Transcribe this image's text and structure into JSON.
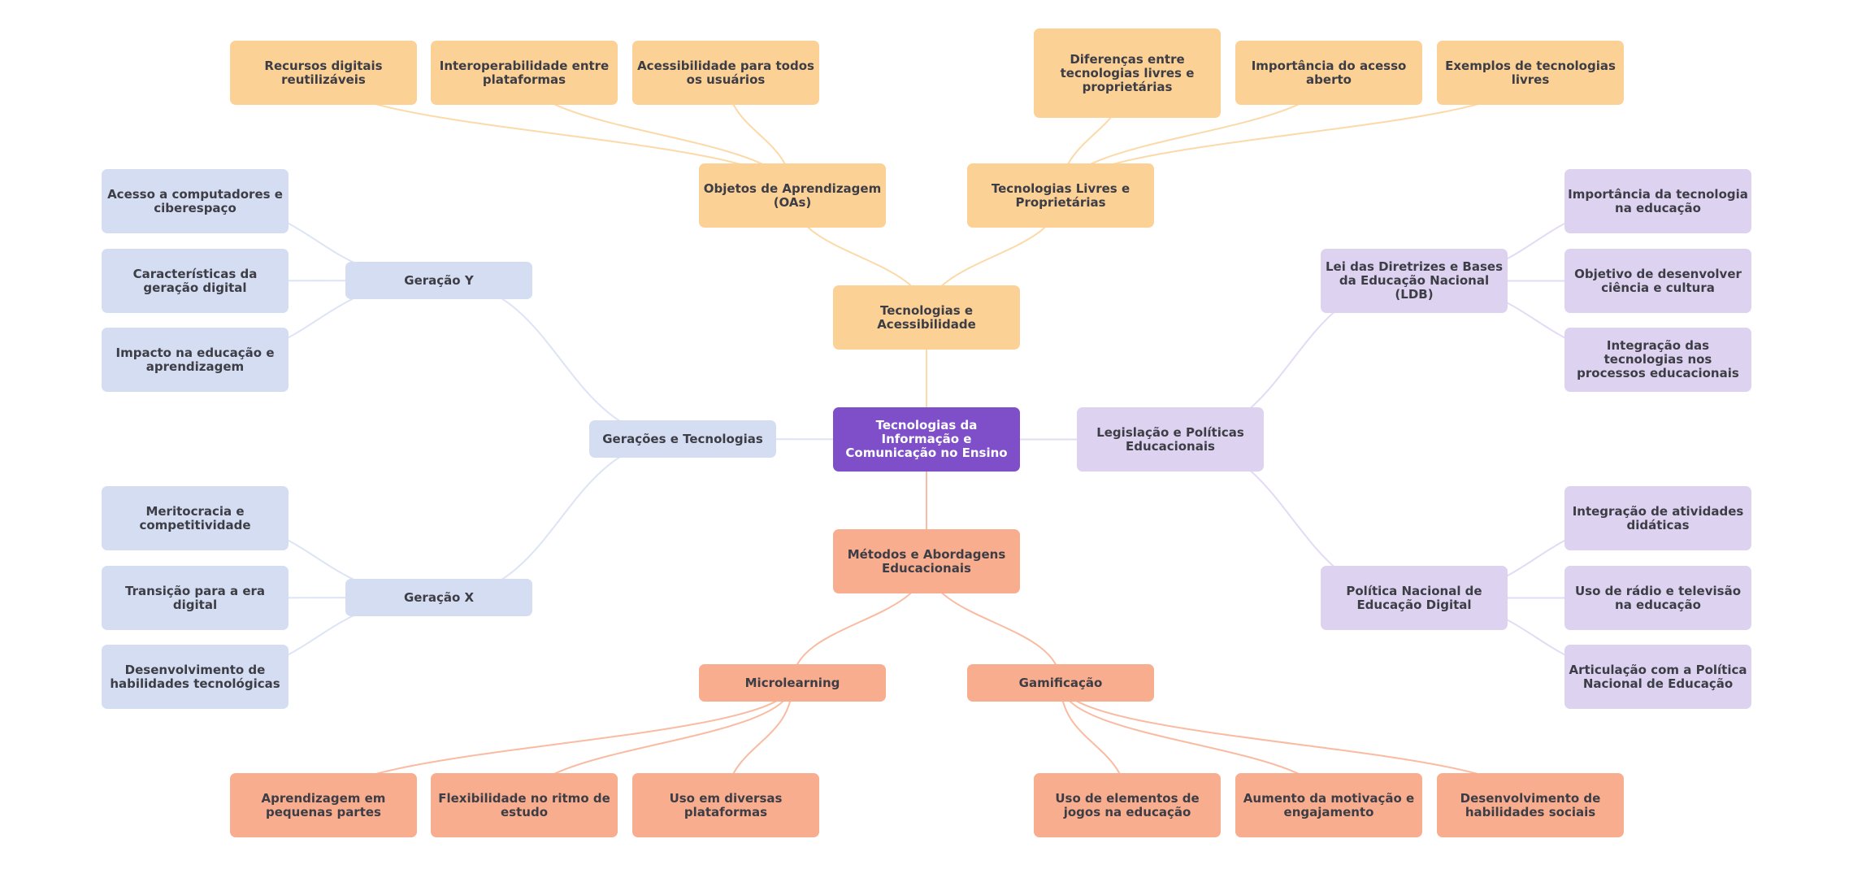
{
  "colors": {
    "root": "#7e4fc9",
    "tecnologias_acessibilidade": "#fcd196",
    "geracoes": "#d5ddf2",
    "legislacao": "#ddd3f1",
    "metodos": "#f9ad8f",
    "edge_orange": "#fcd9a9",
    "edge_blue": "#dde4f5",
    "edge_purple": "#e3dbf5",
    "edge_salmon": "#f9bba2"
  },
  "root": {
    "label": "Tecnologias da Informação e Comunicação no Ensino"
  },
  "branches": {
    "tecnologias_acessibilidade": {
      "label": "Tecnologias e Acessibilidade",
      "children": [
        {
          "label": "Objetos de Aprendizagem (OAs)",
          "leaves": [
            "Recursos digitais reutilizáveis",
            "Interoperabilidade entre plataformas",
            "Acessibilidade para todos os usuários"
          ]
        },
        {
          "label": "Tecnologias Livres e Proprietárias",
          "leaves": [
            "Diferenças entre tecnologias livres e proprietárias",
            "Importância do acesso aberto",
            "Exemplos de tecnologias livres"
          ]
        }
      ]
    },
    "geracoes": {
      "label": "Gerações e Tecnologias",
      "children": [
        {
          "label": "Geração Y",
          "leaves": [
            "Acesso a computadores e ciberespaço",
            "Características da geração digital",
            "Impacto na educação e aprendizagem"
          ]
        },
        {
          "label": "Geração X",
          "leaves": [
            "Meritocracia e competitividade",
            "Transição para a era digital",
            "Desenvolvimento de habilidades tecnológicas"
          ]
        }
      ]
    },
    "legislacao": {
      "label": "Legislação e Políticas Educacionais",
      "children": [
        {
          "label": "Lei das Diretrizes e Bases da Educação Nacional (LDB)",
          "leaves": [
            "Importância da tecnologia na educação",
            "Objetivo de desenvolver ciência e cultura",
            "Integração das tecnologias nos processos educacionais"
          ]
        },
        {
          "label": "Política Nacional de Educação Digital",
          "leaves": [
            "Integração de atividades didáticas",
            "Uso de rádio e televisão na educação",
            "Articulação com a Política Nacional de Educação"
          ]
        }
      ]
    },
    "metodos": {
      "label": "Métodos e Abordagens Educacionais",
      "children": [
        {
          "label": "Microlearning",
          "leaves": [
            "Aprendizagem em pequenas partes",
            "Flexibilidade no ritmo de estudo",
            "Uso em diversas plataformas"
          ]
        },
        {
          "label": "Gamificação",
          "leaves": [
            "Uso de elementos de jogos na educação",
            "Aumento da motivação e engajamento",
            "Desenvolvimento de habilidades sociais"
          ]
        }
      ]
    }
  }
}
